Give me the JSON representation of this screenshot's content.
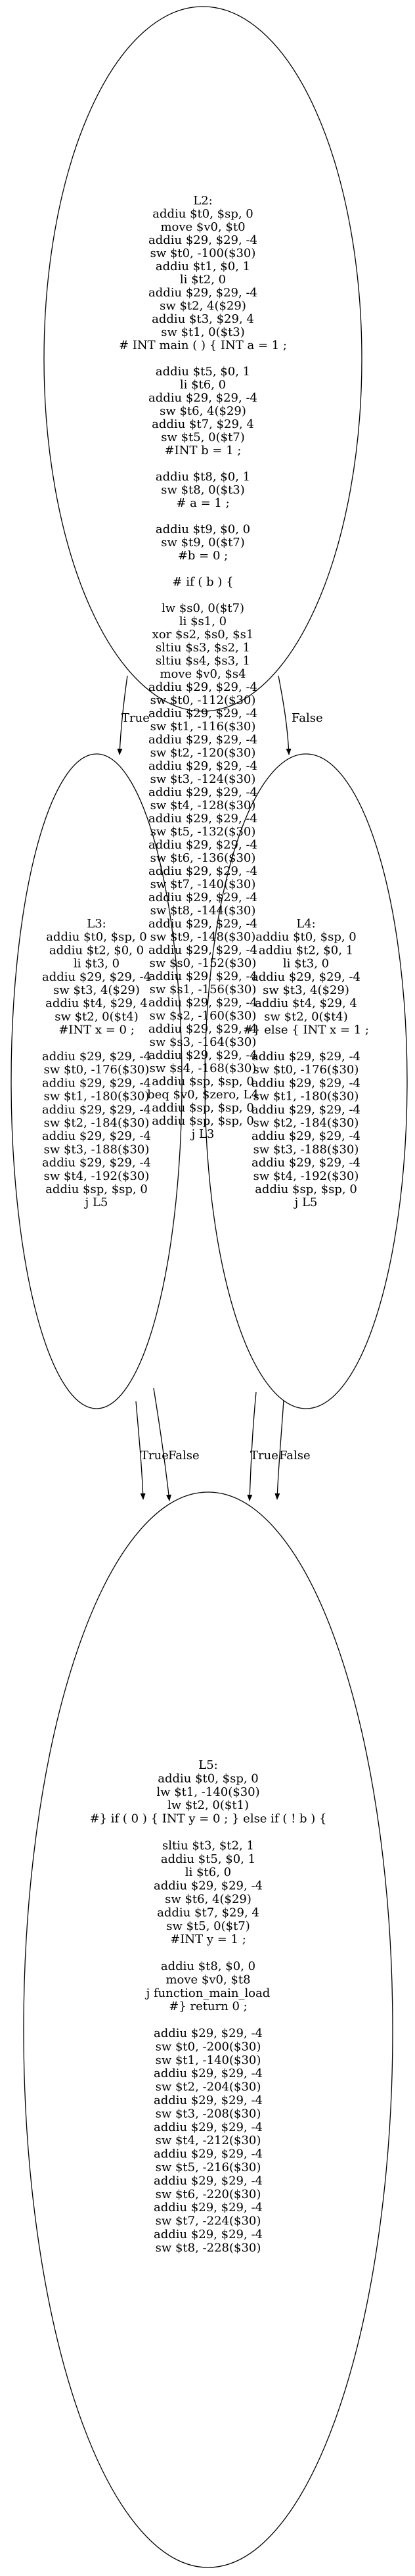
{
  "nodes": [
    {
      "id": "L2",
      "lines": [
        "L2:",
        "addiu $t0, $sp, 0",
        "move $v0, $t0",
        "addiu $29, $29, -4",
        "sw $t0, -100($30)",
        "addiu $t1, $0, 1",
        "li $t2, 0",
        "addiu $29, $29, -4",
        "sw $t2, 4($29)",
        "addiu $t3, $29, 4",
        "sw $t1, 0($t3)",
        "#    INT main ( ) {   INT a = 1 ;",
        "",
        "addiu $t5, $0, 1",
        "li $t6, 0",
        "addiu $29, $29, -4",
        "sw $t6, 4($29)",
        "addiu $t7, $29, 4",
        "sw $t5, 0($t7)",
        "#INT b = 1 ;",
        "",
        "addiu $t8, $0, 1",
        "sw $t8, 0($t3)",
        "# a = 1 ;",
        "",
        "addiu $t9, $0, 0",
        "sw $t9, 0($t7)",
        "#b = 0 ;",
        "",
        "# if ( b ) {",
        "",
        "lw $s0, 0($t7)",
        "li $s1, 0",
        "xor $s2, $s0, $s1",
        "sltiu $s3, $s2, 1",
        "sltiu $s4, $s3, 1",
        "move $v0, $s4",
        "addiu $29, $29, -4",
        "sw $t0, -112($30)",
        "addiu $29, $29, -4",
        "sw $t1, -116($30)",
        "addiu $29, $29, -4",
        "sw $t2, -120($30)",
        "addiu $29, $29, -4",
        "sw $t3, -124($30)",
        "addiu $29, $29, -4",
        "sw $t4, -128($30)",
        "addiu $29, $29, -4",
        "sw $t5, -132($30)",
        "addiu $29, $29, -4",
        "sw $t6, -136($30)",
        "addiu $29, $29, -4",
        "sw $t7, -140($30)",
        "addiu $29, $29, -4",
        "sw $t8, -144($30)",
        "addiu $29, $29, -4",
        "sw $t9, -148($30)",
        "addiu $29, $29, -4",
        "sw $s0, -152($30)",
        "addiu $29, $29, -4",
        "sw $s1, -156($30)",
        "addiu $29, $29, -4",
        "sw $s2, -160($30)",
        "addiu $29, $29, -4",
        "sw $s3, -164($30)",
        "addiu $29, $29, -4",
        "sw $s4, -168($30)",
        "addiu $sp, $sp, 0",
        "beq $v0, $zero, L4",
        "addiu $sp, $sp, 0",
        "addiu $sp, $sp, 0",
        "j L3"
      ]
    },
    {
      "id": "L3",
      "lines": [
        "L3:",
        "addiu $t0, $sp, 0",
        "addiu $t2, $0, 0",
        "li $t3, 0",
        "addiu $29, $29, -4",
        "sw $t3, 4($29)",
        "addiu $t4, $29, 4",
        "sw $t2, 0($t4)",
        "#INT x = 0 ;",
        "",
        "addiu $29, $29, -4",
        "sw $t0, -176($30)",
        "addiu $29, $29, -4",
        "sw $t1, -180($30)",
        "addiu $29, $29, -4",
        "sw $t2, -184($30)",
        "addiu $29, $29, -4",
        "sw $t3, -188($30)",
        "addiu $29, $29, -4",
        "sw $t4, -192($30)",
        "addiu $sp, $sp, 0",
        "j L5"
      ]
    },
    {
      "id": "L4",
      "lines": [
        "L4:",
        "addiu $t0, $sp, 0",
        "addiu $t2, $0, 1",
        "li $t3, 0",
        "addiu $29, $29, -4",
        "sw $t3, 4($29)",
        "addiu $t4, $29, 4",
        "sw $t2, 0($t4)",
        "#}  else  { INT x = 1 ;",
        "",
        "addiu $29, $29, -4",
        "sw $t0, -176($30)",
        "addiu $29, $29, -4",
        "sw $t1, -180($30)",
        "addiu $29, $29, -4",
        "sw $t2, -184($30)",
        "addiu $29, $29, -4",
        "sw $t3, -188($30)",
        "addiu $29, $29, -4",
        "sw $t4, -192($30)",
        "addiu $sp, $sp, 0",
        "j L5"
      ]
    },
    {
      "id": "L5",
      "lines": [
        "L5:",
        "addiu $t0, $sp, 0",
        "lw $t1, -140($30)",
        "lw $t2, 0($t1)",
        "#}   if ( 0 ) { INT y = 0 ; } else if ( ! b ) {",
        "",
        "sltiu $t3, $t2, 1",
        "addiu $t5, $0, 1",
        "li $t6, 0",
        "addiu $29, $29, -4",
        "sw $t6, 4($29)",
        "addiu $t7, $29, 4",
        "sw $t5, 0($t7)",
        "#INT y = 1 ;",
        "",
        "addiu $t8, $0, 0",
        "move $v0, $t8",
        "j function_main_load",
        "#}   return 0 ;",
        "",
        "addiu $29, $29, -4",
        "sw $t0, -200($30)",
        "sw $t1, -140($30)",
        "addiu $29, $29, -4",
        "sw $t2, -204($30)",
        "addiu $29, $29, -4",
        "sw $t3, -208($30)",
        "addiu $29, $29, -4",
        "sw $t4, -212($30)",
        "addiu $29, $29, -4",
        "sw $t5, -216($30)",
        "addiu $29, $29, -4",
        "sw $t6, -220($30)",
        "addiu $29, $29, -4",
        "sw $t7, -224($30)",
        "addiu $29, $29, -4",
        "sw $t8, -228($30)"
      ]
    }
  ],
  "edges": [
    {
      "id": "e1",
      "from": "L2",
      "to": "L3",
      "label": "True"
    },
    {
      "id": "e2",
      "from": "L2",
      "to": "L4",
      "label": "False"
    },
    {
      "id": "e3",
      "from": "L3",
      "to": "L5",
      "label": "True"
    },
    {
      "id": "e4",
      "from": "L3",
      "to": "L5",
      "label": "False"
    },
    {
      "id": "e5",
      "from": "L4",
      "to": "L5",
      "label": "True"
    },
    {
      "id": "e6",
      "from": "L4",
      "to": "L5",
      "label": "False"
    }
  ]
}
